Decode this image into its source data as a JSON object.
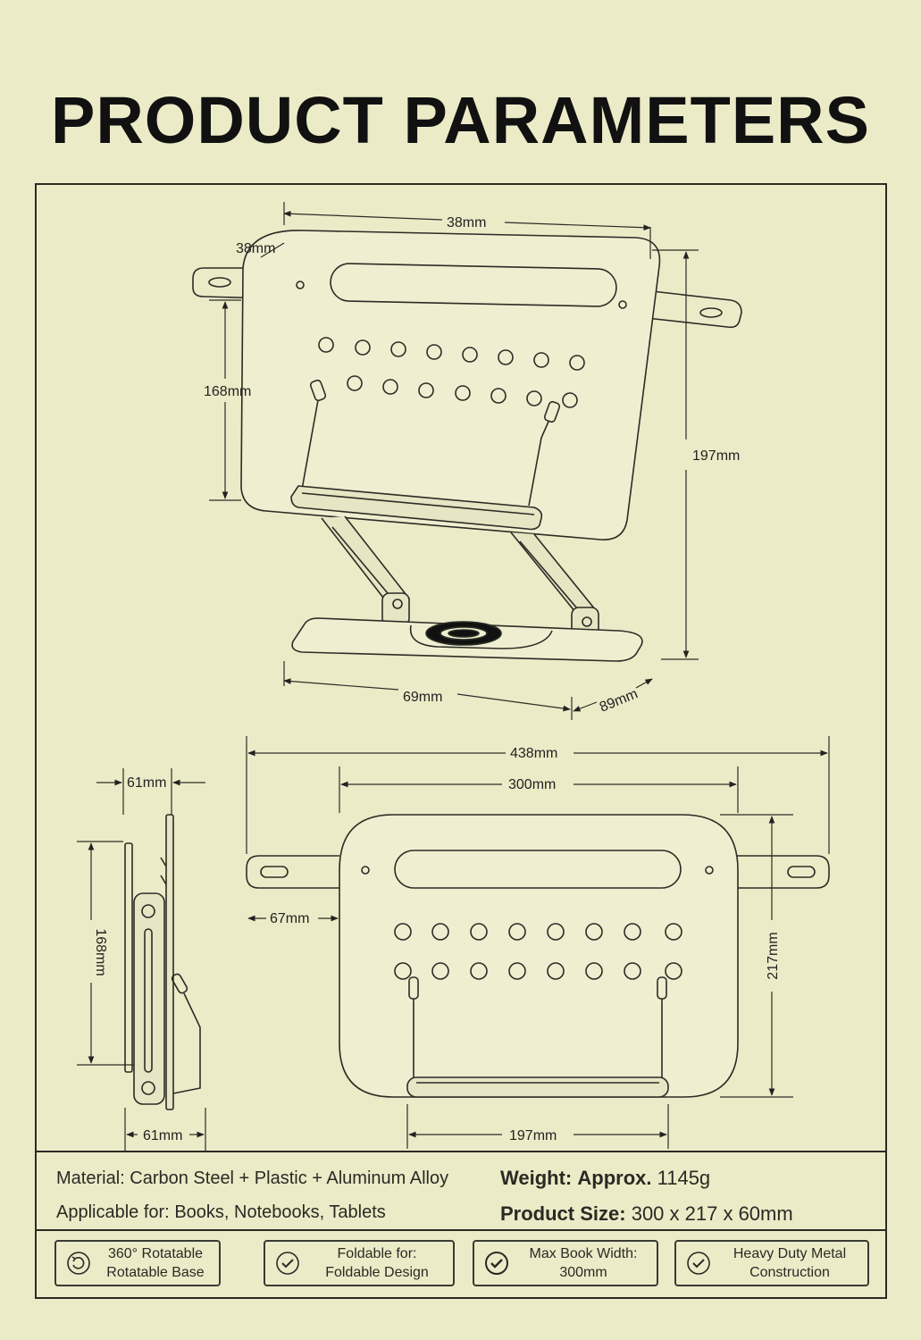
{
  "title": "PRODUCT PARAMETERS",
  "dimensions": {
    "top_width": "38mm",
    "top_left": "38mm",
    "top_height_left": "168mm",
    "top_height_right": "197mm",
    "base_width": "69mm",
    "base_depth": "89mm",
    "side_top_width": "61mm",
    "side_height": "168mm",
    "side_bottom_width": "61mm",
    "front_overall": "438mm",
    "front_panel": "300mm",
    "front_tab": "67mm",
    "front_height": "217mm",
    "front_ledge": "197mm"
  },
  "specs": {
    "material_label": "Material:",
    "material_value": "Carbon Steel + Plastic + Aluminum Alloy",
    "applicable_label": "Applicable for:",
    "applicable_value": "Books, Notebooks, Tablets",
    "weight_label": "Weight:",
    "weight_value_bold": "Approx.",
    "weight_value": "1145g",
    "size_label": "Product Size:",
    "size_value": "300 x 217 x 60mm"
  },
  "features": [
    {
      "icon": "rotate-icon",
      "line1": "360° Rotatable",
      "line2": "Rotatable Base"
    },
    {
      "icon": "check-circle-icon",
      "line1": "Foldable for:",
      "line2": "Foldable Design"
    },
    {
      "icon": "check-circle-icon",
      "line1": "Max Book Width:",
      "line2": "300mm"
    },
    {
      "icon": "check-circle-icon",
      "line1": "Heavy Duty Metal",
      "line2": "Construction"
    }
  ]
}
